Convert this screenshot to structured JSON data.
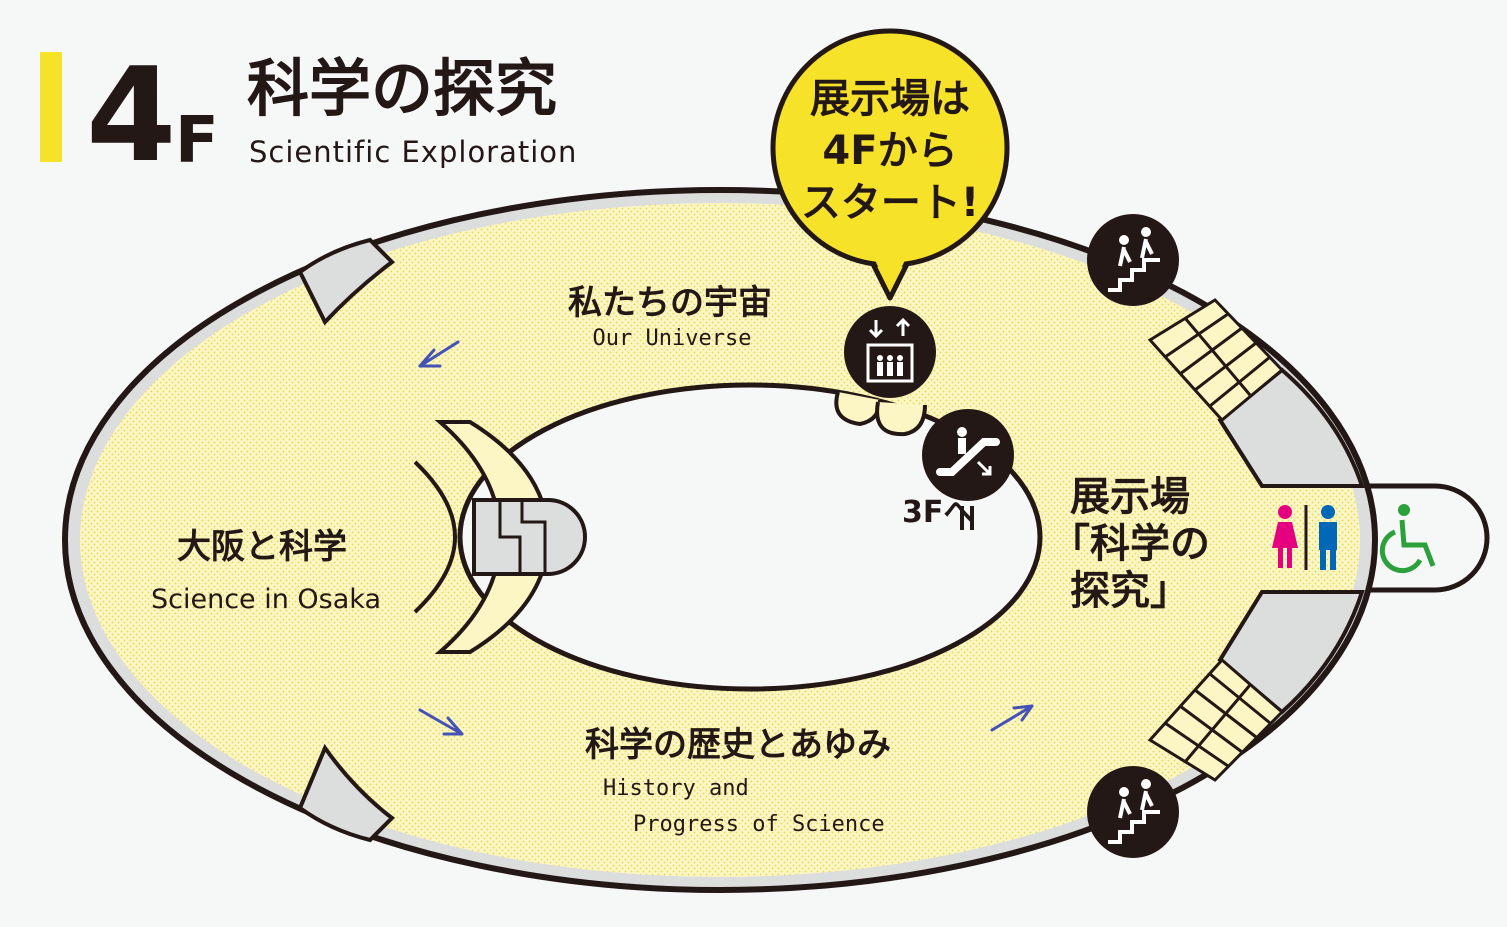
{
  "header": {
    "floor_number": "4",
    "floor_letter": "F",
    "title_jp": "科学の探究",
    "title_en": "Scientific Exploration"
  },
  "callout": {
    "line1": "展示場は",
    "line2": "4Fから",
    "line3": "スタート!"
  },
  "zones": {
    "universe_jp": "私たちの宇宙",
    "universe_en": "Our Universe",
    "osaka_jp": "大阪と科学",
    "osaka_en": "Science in Osaka",
    "history_jp": "科学の歴史とあゆみ",
    "history_en_1": "History and",
    "history_en_2": "Progress of Science",
    "exhibit_1": "展示場",
    "exhibit_2": "「科学の",
    "exhibit_3": "探究」"
  },
  "escalator_label": "3Fへ",
  "icons": [
    "elevator-icon",
    "escalator-down-icon",
    "stairs-icon",
    "restroom-icon",
    "wheelchair-icon"
  ],
  "colors": {
    "accent_yellow": "#f7e22a",
    "floor_yellow": "#fbf6c4",
    "ink": "#231815",
    "arrow_blue": "#4452b8",
    "female_red": "#e5007f",
    "male_blue": "#0068b7",
    "accessible_green": "#2ca03a",
    "wall_gray": "#dcdddd"
  }
}
